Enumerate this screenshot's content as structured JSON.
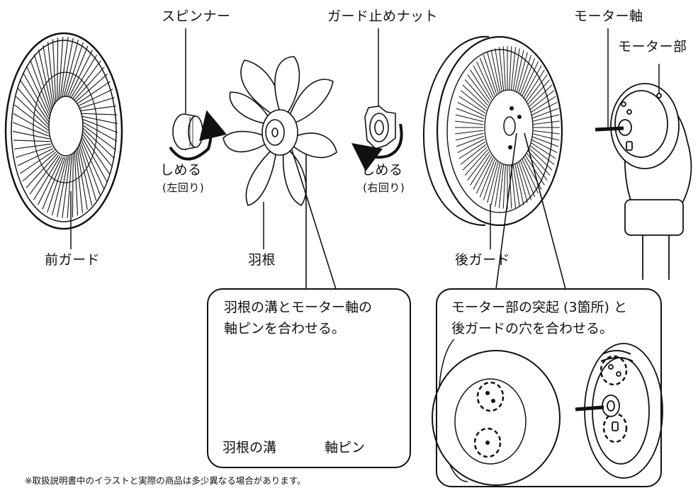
{
  "labels": {
    "spinner": "スピンナー",
    "guard_nut": "ガード止めナット",
    "motor_shaft": "モーター軸",
    "motor_unit": "モーター部",
    "front_guard": "前ガード",
    "blade": "羽根",
    "rear_guard": "後ガード",
    "tighten_left": "しめる",
    "tighten_left_dir": "(左回り)",
    "tighten_right": "しめる",
    "tighten_right_dir": "(右回り)"
  },
  "callout_left": {
    "line1": "羽根の溝とモーター軸の",
    "line2": "軸ピンを合わせる。",
    "groove_label": "羽根の溝",
    "pin_label": "軸ピン"
  },
  "callout_right": {
    "line1": "モーター部の突起 (3箇所) と",
    "line2": "後ガードの穴を合わせる。"
  },
  "footnote": "※取扱説明書中のイラストと実際の商品は多少異なる場合があります。"
}
